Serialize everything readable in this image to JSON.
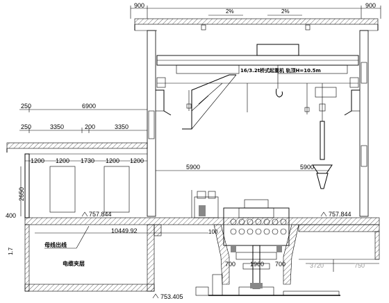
{
  "dims": {
    "top_left_900": "900",
    "top_right_900": "900",
    "roof_slope_left": "2%",
    "roof_slope_right": "2%",
    "d250_a": "250",
    "d6900": "6900",
    "d250_b": "250",
    "d3350_a": "3350",
    "d200": "200",
    "d3350_b": "3350",
    "d1200_a": "1200",
    "d1200_b": "1200",
    "d1730": "1730",
    "d1200_c": "1200",
    "d1200_d": "1200",
    "d2650": "2650",
    "d400": "400",
    "d5900_left": "5900",
    "d5900_right": "5900",
    "elev_757_left": "757.844",
    "elev_757_right": "757.844",
    "d10449": "10449.92",
    "d1_7": "1.7",
    "d700_a": "700",
    "d1960": "1960",
    "d700_b": "700",
    "d3720": "3720",
    "d750": "750",
    "elev_753": "753.405",
    "d100": "100"
  },
  "labels": {
    "crane": "16/3.2t桥式起重机 轨顶H=10.5m",
    "busbar": "母线出线",
    "cable_layer": "电缆夹层"
  }
}
